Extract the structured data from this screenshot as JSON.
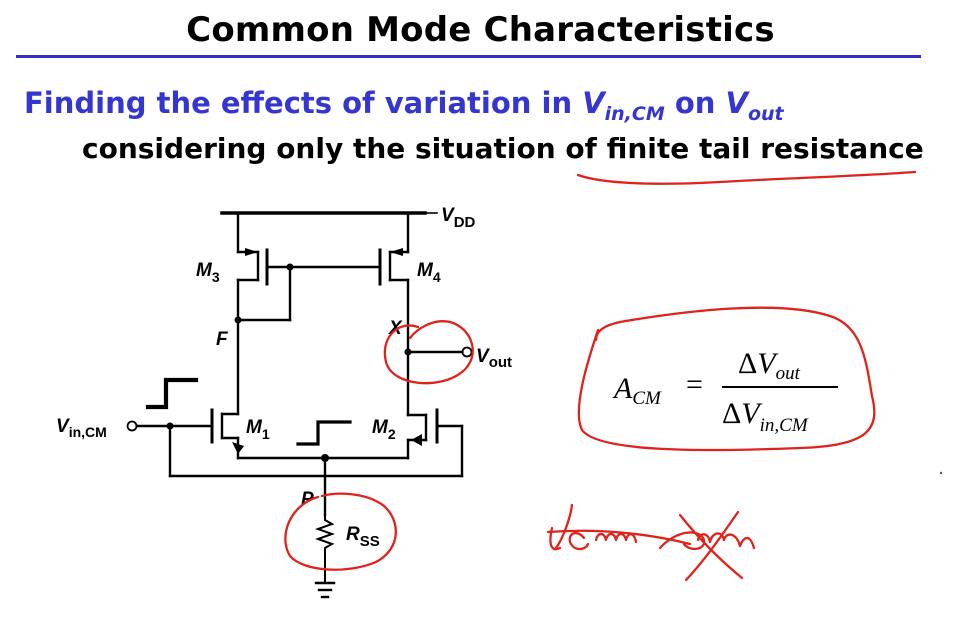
{
  "slide": {
    "title": "Common Mode Characteristics",
    "heading": {
      "prefix": "Finding the effects of variation in ",
      "v1": "V",
      "v1_sub": "in,CM",
      "middle": " on ",
      "v2": "V",
      "v2_sub": "out"
    },
    "subheading": "considering only the situation of finite tail resistance",
    "accent_color": "#3535cf",
    "ink_color": "#e0221c"
  },
  "circuit": {
    "vdd": {
      "main": "V",
      "sub": "DD"
    },
    "m3": {
      "main": "M",
      "sub": "3"
    },
    "m4": {
      "main": "M",
      "sub": "4"
    },
    "m1": {
      "main": "M",
      "sub": "1"
    },
    "m2": {
      "main": "M",
      "sub": "2"
    },
    "node_f": "F",
    "node_x": "X",
    "node_p": "P",
    "vout": {
      "main": "V",
      "sub": "out"
    },
    "vin": {
      "main": "V",
      "sub": "in,CM"
    },
    "rss": {
      "main": "R",
      "sub": "SS"
    }
  },
  "equation": {
    "lhs_main": "A",
    "lhs_sub": "CM",
    "equals": "=",
    "num_delta": "Δ",
    "num_main": "V",
    "num_sub": "out",
    "den_delta": "Δ",
    "den_main": "V",
    "den_sub": "in,CM"
  }
}
